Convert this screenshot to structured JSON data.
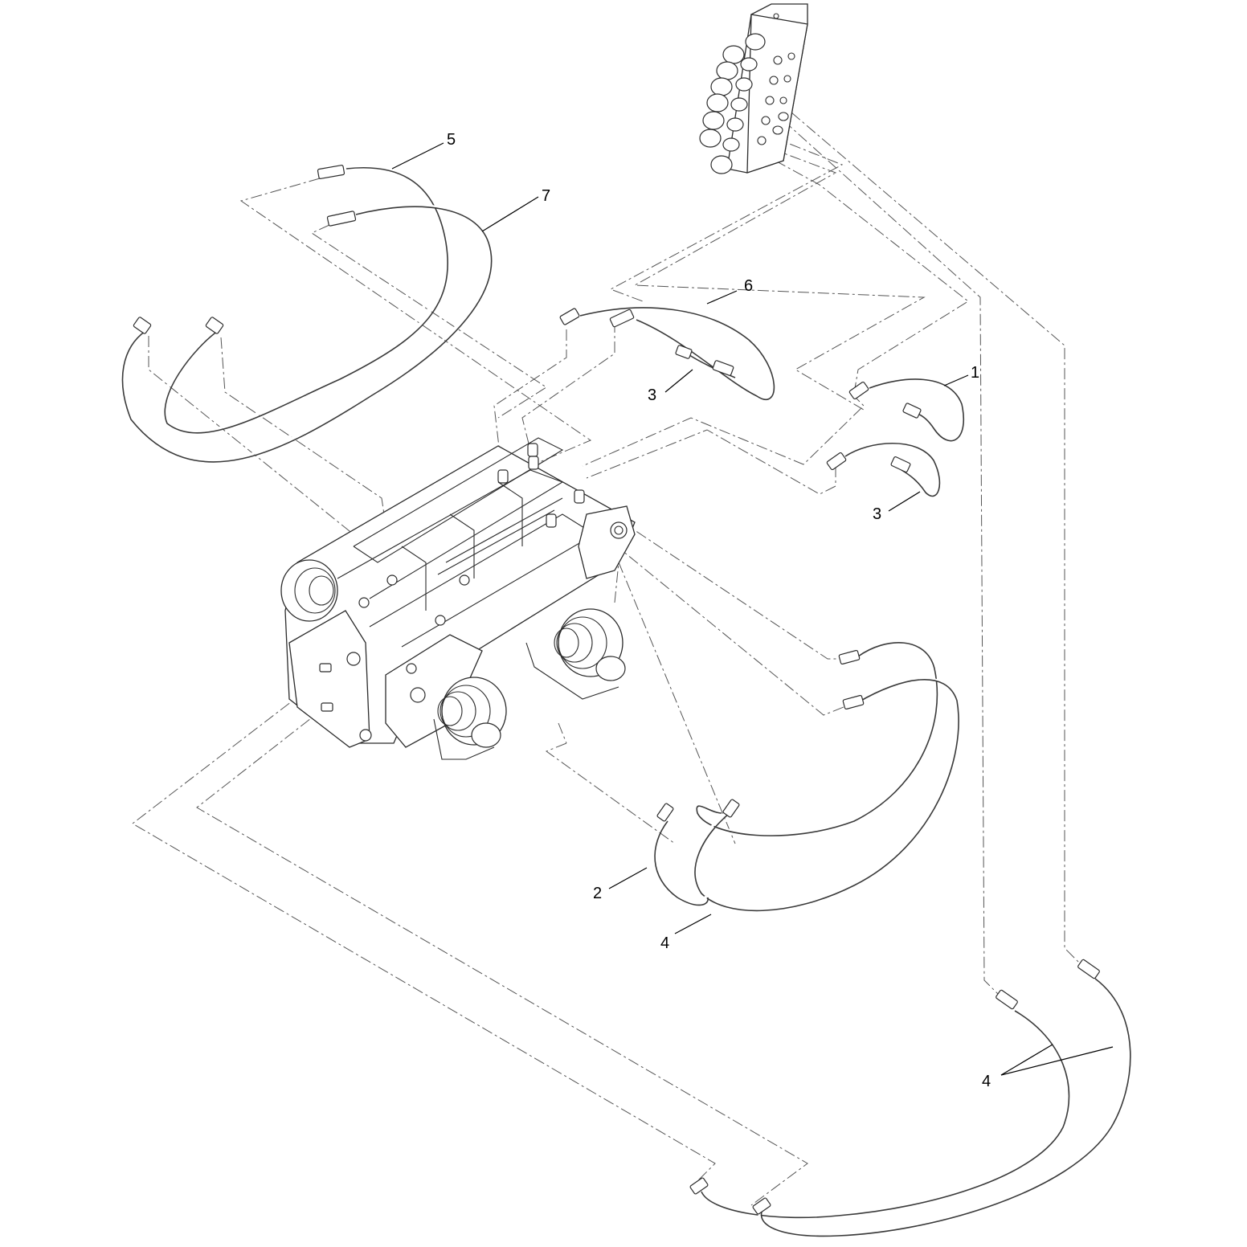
{
  "callouts": {
    "c1": "1",
    "c2": "2",
    "c3a": "3",
    "c3b": "3",
    "c4a": "4",
    "c4b": "4",
    "c5": "5",
    "c6": "6",
    "c7": "7"
  }
}
